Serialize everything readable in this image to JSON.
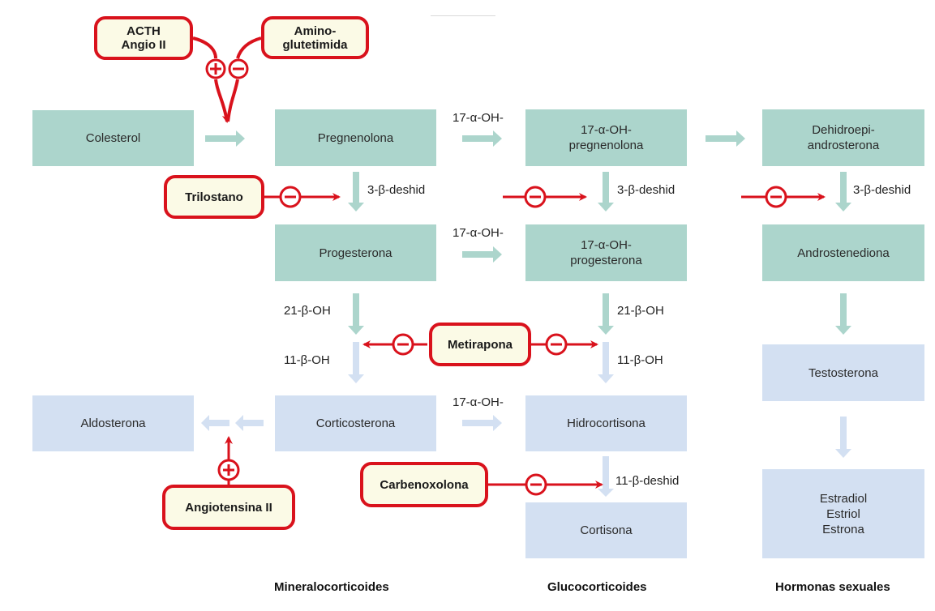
{
  "diagram": {
    "title": "Síntesis de esteroides suprarrenales e inhibidores",
    "colors": {
      "precursor_box": "#acd5cc",
      "product_box": "#d3e0f2",
      "drug_border": "#d9121c",
      "drug_fill": "#fbfae6",
      "inhibition_arrow": "#d9121c"
    },
    "steroids": {
      "colesterol": "Colesterol",
      "pregnenolona": "Pregnenolona",
      "oh_pregnenolona": "17-α-OH-\npregnenolona",
      "dhea": "Dehidroepi-\nandrosterona",
      "progesterona": "Progesterona",
      "oh_progesterona": "17-α-OH-\nprogesterona",
      "androstenediona": "Androstenediona",
      "testosterona": "Testosterona",
      "aldosterona": "Aldosterona",
      "corticosterona": "Corticosterona",
      "hidrocortisona": "Hidrocortisona",
      "cortisona": "Cortisona",
      "estrogenos": "Estradiol\nEstriol\nEstrona"
    },
    "enzymes": {
      "oh17_row1": "17-α-OH-",
      "oh17_row2": "17-α-OH-",
      "oh17_row3": "17-α-OH-",
      "deshid3_col1": "3-β-deshid",
      "deshid3_col2": "3-β-deshid",
      "deshid3_col3": "3-β-deshid",
      "oh21_col1": "21-β-OH",
      "oh21_col2": "21-β-OH",
      "oh11_col1": "11-β-OH",
      "oh11_col2": "11-β-OH",
      "deshid11": "11-β-deshid"
    },
    "drugs": {
      "acth": "ACTH\nAngio II",
      "aminoglutetimida": "Amino-\nglutetimida",
      "trilostano": "Trilostano",
      "metirapona": "Metirapona",
      "carbenoxolona": "Carbenoxolona",
      "angiotensina": "Angiotensina II"
    },
    "effects": {
      "stimulate_symbol": "+",
      "inhibit_symbol": "−"
    },
    "categories": {
      "mineralocorticoides": "Mineralocorticoides",
      "glucocorticoides": "Glucocorticoides",
      "hormonas_sexuales": "Hormonas sexuales"
    }
  }
}
